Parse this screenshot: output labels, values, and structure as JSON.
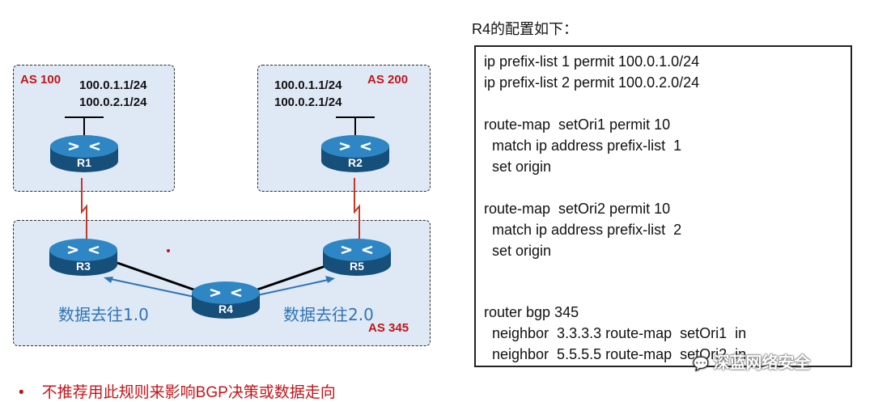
{
  "as_boxes": {
    "as100": {
      "label": "AS 100",
      "ips": [
        "100.0.1.1/24",
        "100.0.2.1/24"
      ]
    },
    "as200": {
      "label": "AS 200",
      "ips": [
        "100.0.1.1/24",
        "100.0.2.1/24"
      ]
    },
    "as345": {
      "label": "AS 345"
    }
  },
  "routers": {
    "r1": "R1",
    "r2": "R2",
    "r3": "R3",
    "r4": "R4",
    "r5": "R5"
  },
  "flows": {
    "left": "数据去往1.0",
    "right": "数据去往2.0"
  },
  "config": {
    "title": "R4的配置如下：",
    "lines": [
      "ip prefix-list 1 permit 100.0.1.0/24",
      "ip prefix-list 2 permit 100.0.2.0/24",
      "",
      "route-map  setOri1 permit 10",
      "  match ip address prefix-list  1",
      "  set origin",
      "",
      "route-map  setOri2 permit 10",
      "  match ip address prefix-list  2",
      "  set origin",
      "",
      "",
      "router bgp 345",
      "  neighbor  3.3.3.3 route-map  setOri1  in",
      "  neighbor  5.5.5.5 route-map  setOri2  in"
    ]
  },
  "note": {
    "bullet": "•",
    "text": "不推荐用此规则来影响BGP决策或数据走向"
  },
  "watermark": "深蓝网络安全",
  "colors": {
    "router_body": "#1e6fa8",
    "link_wan": "#c0392b",
    "as_label": "#c0161b",
    "flow_text": "#2f74b5",
    "as_fill": "#dfe9f6"
  }
}
